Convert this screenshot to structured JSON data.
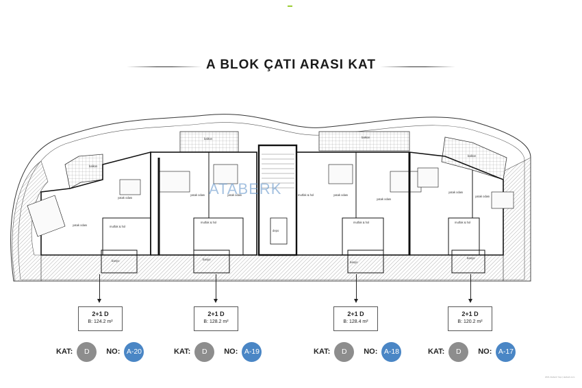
{
  "page": {
    "title": "A BLOK ÇATI ARASI KAT",
    "watermark": "ATABERK",
    "footer_note": "2021 Ataberk Yapı | ataberk.com"
  },
  "rooms": {
    "balkon": "balkon",
    "yatak_odasi": "yatak odası",
    "mutfak_hol": "mutfak & hol",
    "banyo": "banyo",
    "depo": "depo"
  },
  "units": [
    {
      "id": "u20",
      "type": "2+1 D",
      "area": "B: 124.2 m²",
      "kat_label": "KAT:",
      "kat": "D",
      "no_label": "NO:",
      "no": "A-20"
    },
    {
      "id": "u19",
      "type": "2+1 D",
      "area": "B: 128.2 m²",
      "kat_label": "KAT:",
      "kat": "D",
      "no_label": "NO:",
      "no": "A-19"
    },
    {
      "id": "u18",
      "type": "2+1 D",
      "area": "B: 128.4 m²",
      "kat_label": "KAT:",
      "kat": "D",
      "no_label": "NO:",
      "no": "A-18"
    },
    {
      "id": "u17",
      "type": "2+1 D",
      "area": "B: 120.2 m²",
      "kat_label": "KAT:",
      "kat": "D",
      "no_label": "NO:",
      "no": "A-17"
    }
  ],
  "colors": {
    "circle_grey": "#8d8d8d",
    "circle_blue": "#4a86c5",
    "wall": "#111111"
  }
}
